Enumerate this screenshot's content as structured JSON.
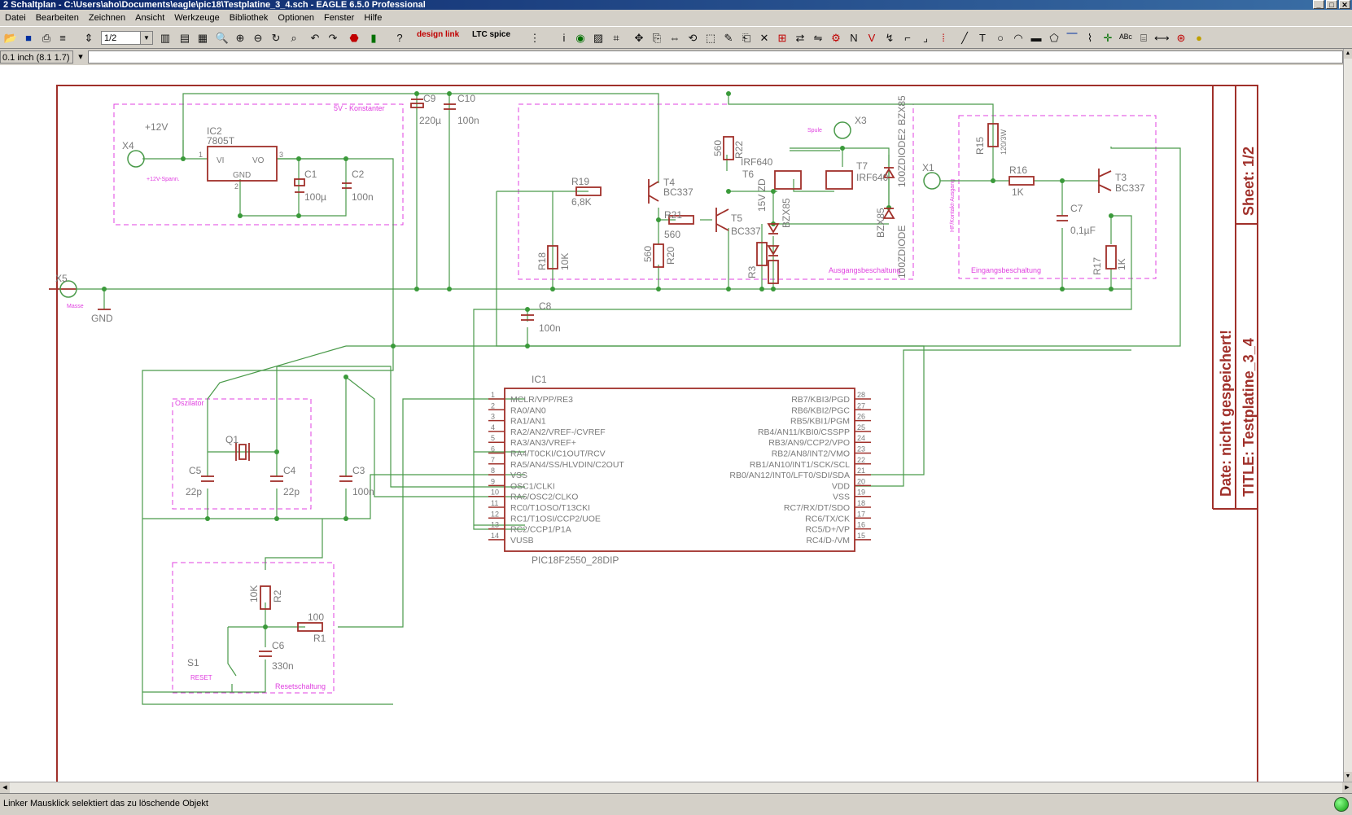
{
  "window": {
    "title": "2 Schaltplan - C:\\Users\\aho\\Documents\\eagle\\pic18\\Testplatine_3_4.sch - EAGLE 6.5.0 Professional"
  },
  "menu": [
    "Datei",
    "Bearbeiten",
    "Zeichnen",
    "Ansicht",
    "Werkzeuge",
    "Bibliothek",
    "Optionen",
    "Fenster",
    "Hilfe"
  ],
  "toolbar": {
    "sheet_value": "1/2",
    "design_link": "design link",
    "ltc_spice": "LTC spice"
  },
  "cmdbar": {
    "coord": "0.1 inch (8.1 1.7)",
    "command": ""
  },
  "status": {
    "text": "Linker Mausklick selektiert das zu löschende Objekt"
  },
  "colors": {
    "wire": "#4a9a4a",
    "part": "#a0302a",
    "frame": "#a0302a",
    "text": "#7a7a7a",
    "group": "#e040e0",
    "junction": "#3a9a3a"
  },
  "schematic": {
    "frame": {
      "date": "Date:  nicht  gespeichert!",
      "title": "TITLE:   Testplatine_3_4",
      "sheet": "Sheet:  1/2"
    },
    "groups": {
      "konstanter": "5V - Konstanter",
      "ausgang": "Ausgangsbeschaltung",
      "eingang": "Eingangsbeschaltung",
      "oszilator": "Oszilator",
      "reset": "Resetschaltung"
    },
    "small_labels": {
      "masse": "Masse",
      "spann12": "+12V-Spann.",
      "spule": "Spule",
      "in": "HF/Kontakt-Ausgang"
    },
    "parts": {
      "x4": "X4",
      "v12": "+12V",
      "ic2_name": "IC2",
      "ic2_value": "7805T",
      "ic2_vi": "VI",
      "ic2_vo": "VO",
      "ic2_gnd": "GND",
      "ic2_p1": "1",
      "ic2_p2": "2",
      "ic2_p3": "3",
      "c1": "C1",
      "c1v": "100µ",
      "c2": "C2",
      "c2v": "100n",
      "c9": "C9",
      "c9v": "220µ",
      "c10": "C10",
      "c10v": "100n",
      "x5": "X5",
      "gnd": "GND",
      "r19": "R19",
      "r19v": "6,8K",
      "r18": "R18",
      "r18v": "10K",
      "t4": "T4",
      "t4v": "BC337",
      "r22": "R22",
      "r22v": "560",
      "r21": "R21",
      "r21v": "560",
      "r20": "R20",
      "r20v": "560",
      "t5": "T5",
      "t5v": "BC337",
      "t6": "T6",
      "t6v": "IRF640",
      "t7": "T7",
      "t7v": "IRF640",
      "x3": "X3",
      "d15": "15V ZD",
      "bzx": "BZX85",
      "zd": "100ZDIODE",
      "zd2": "100ZDIODE2",
      "r3": "R3",
      "x1": "X1",
      "r15": "R15",
      "r15v": "120/3W",
      "r16": "R16",
      "r16v": "1K",
      "c7": "C7",
      "c7v": "0,1µF",
      "t3": "T3",
      "t3v": "BC337",
      "r17": "R17",
      "r17v": "1K",
      "c8": "C8",
      "c8v": "100n",
      "q1": "Q1",
      "c5": "C5",
      "c5v": "22p",
      "c4": "C4",
      "c4v": "22p",
      "c3": "C3",
      "c3v": "100n",
      "r2": "R2",
      "r2v": "10K",
      "r1": "R1",
      "r1v": "100",
      "s1": "S1",
      "reset": "RESET",
      "c6": "C6",
      "c6v": "330n"
    },
    "pic": {
      "name": "IC1",
      "value": "PIC18F2550_28DIP",
      "left": [
        {
          "n": "1",
          "t": "MCLR/VPP/RE3"
        },
        {
          "n": "2",
          "t": "RA0/AN0"
        },
        {
          "n": "3",
          "t": "RA1/AN1"
        },
        {
          "n": "4",
          "t": "RA2/AN2/VREF-/CVREF"
        },
        {
          "n": "5",
          "t": "RA3/AN3/VREF+"
        },
        {
          "n": "6",
          "t": "RA4/T0CKI/C1OUT/RCV"
        },
        {
          "n": "7",
          "t": "RA5/AN4/SS/HLVDIN/C2OUT"
        },
        {
          "n": "8",
          "t": "VSS"
        },
        {
          "n": "9",
          "t": "OSC1/CLKI"
        },
        {
          "n": "10",
          "t": "RA6/OSC2/CLKO"
        },
        {
          "n": "11",
          "t": "RC0/T1OSO/T13CKI"
        },
        {
          "n": "12",
          "t": "RC1/T1OSI/CCP2/UOE"
        },
        {
          "n": "13",
          "t": "RC2/CCP1/P1A"
        },
        {
          "n": "14",
          "t": "VUSB"
        }
      ],
      "right": [
        {
          "n": "28",
          "t": "RB7/KBI3/PGD"
        },
        {
          "n": "27",
          "t": "RB6/KBI2/PGC"
        },
        {
          "n": "26",
          "t": "RB5/KBI1/PGM"
        },
        {
          "n": "25",
          "t": "RB4/AN11/KBI0/CSSPP"
        },
        {
          "n": "24",
          "t": "RB3/AN9/CCP2/VPO"
        },
        {
          "n": "23",
          "t": "RB2/AN8/INT2/VMO"
        },
        {
          "n": "22",
          "t": "RB1/AN10/INT1/SCK/SCL"
        },
        {
          "n": "21",
          "t": "RB0/AN12/INT0/LFT0/SDI/SDA"
        },
        {
          "n": "20",
          "t": "VDD"
        },
        {
          "n": "19",
          "t": "VSS"
        },
        {
          "n": "18",
          "t": "RC7/RX/DT/SDO"
        },
        {
          "n": "17",
          "t": "RC6/TX/CK"
        },
        {
          "n": "16",
          "t": "RC5/D+/VP"
        },
        {
          "n": "15",
          "t": "RC4/D-/VM"
        }
      ]
    }
  }
}
